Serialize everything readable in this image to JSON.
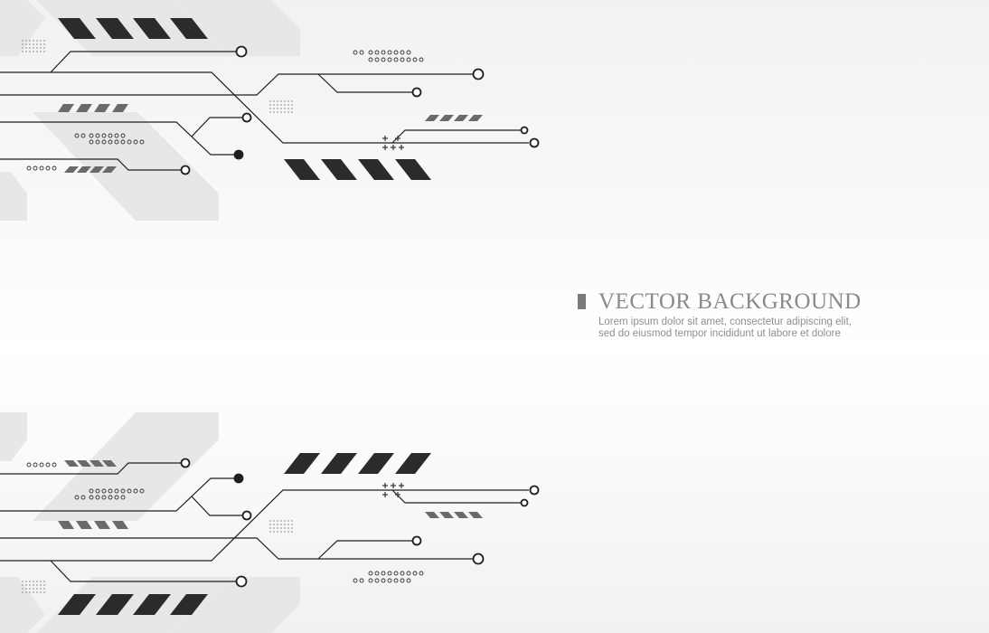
{
  "heading": {
    "title": "VECTOR BACKGROUND",
    "body_lines": [
      "Lorem ipsum dolor sit amet, consectetur adipiscing elit,",
      "sed do eiusmod tempor incididunt ut labore et dolore"
    ]
  },
  "colors": {
    "background": "#f6f6f6",
    "dark_stripe": "#2b2b2b",
    "mid_stripe": "#5e5e5e",
    "circuit_line": "#1e1e1e",
    "light_band": "#e6e6e6",
    "title_text": "#8a8a8a",
    "accent_bar": "#7a7a7a"
  },
  "decoration": {
    "style": "tech circuit board",
    "mirrored": true
  }
}
